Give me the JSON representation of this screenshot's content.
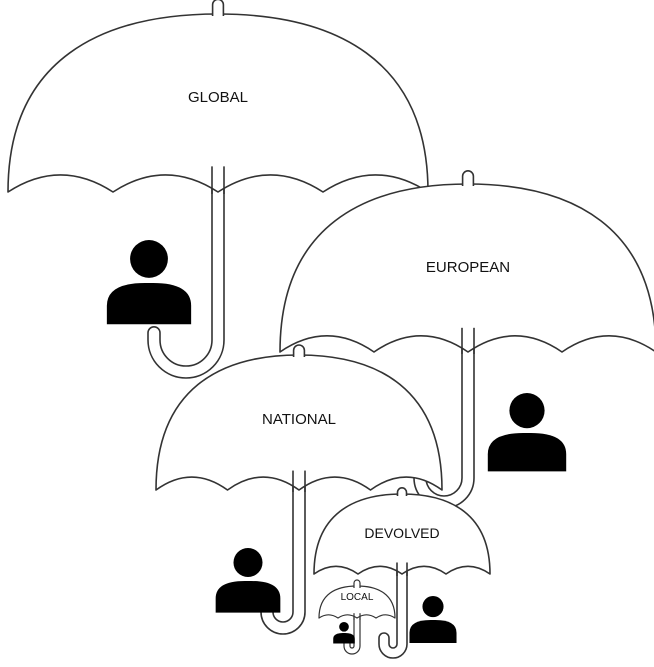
{
  "diagram": {
    "outline_color": "#333333",
    "person_color": "#000000",
    "background": "#ffffff",
    "umbrellas": [
      {
        "id": "global",
        "label": "GLOBAL",
        "person": true
      },
      {
        "id": "european",
        "label": "EUROPEAN",
        "person": true
      },
      {
        "id": "national",
        "label": "NATIONAL",
        "person": true
      },
      {
        "id": "devolved",
        "label": "DEVOLVED",
        "person": true
      },
      {
        "id": "local",
        "label": "LOCAL",
        "person": true
      }
    ]
  }
}
